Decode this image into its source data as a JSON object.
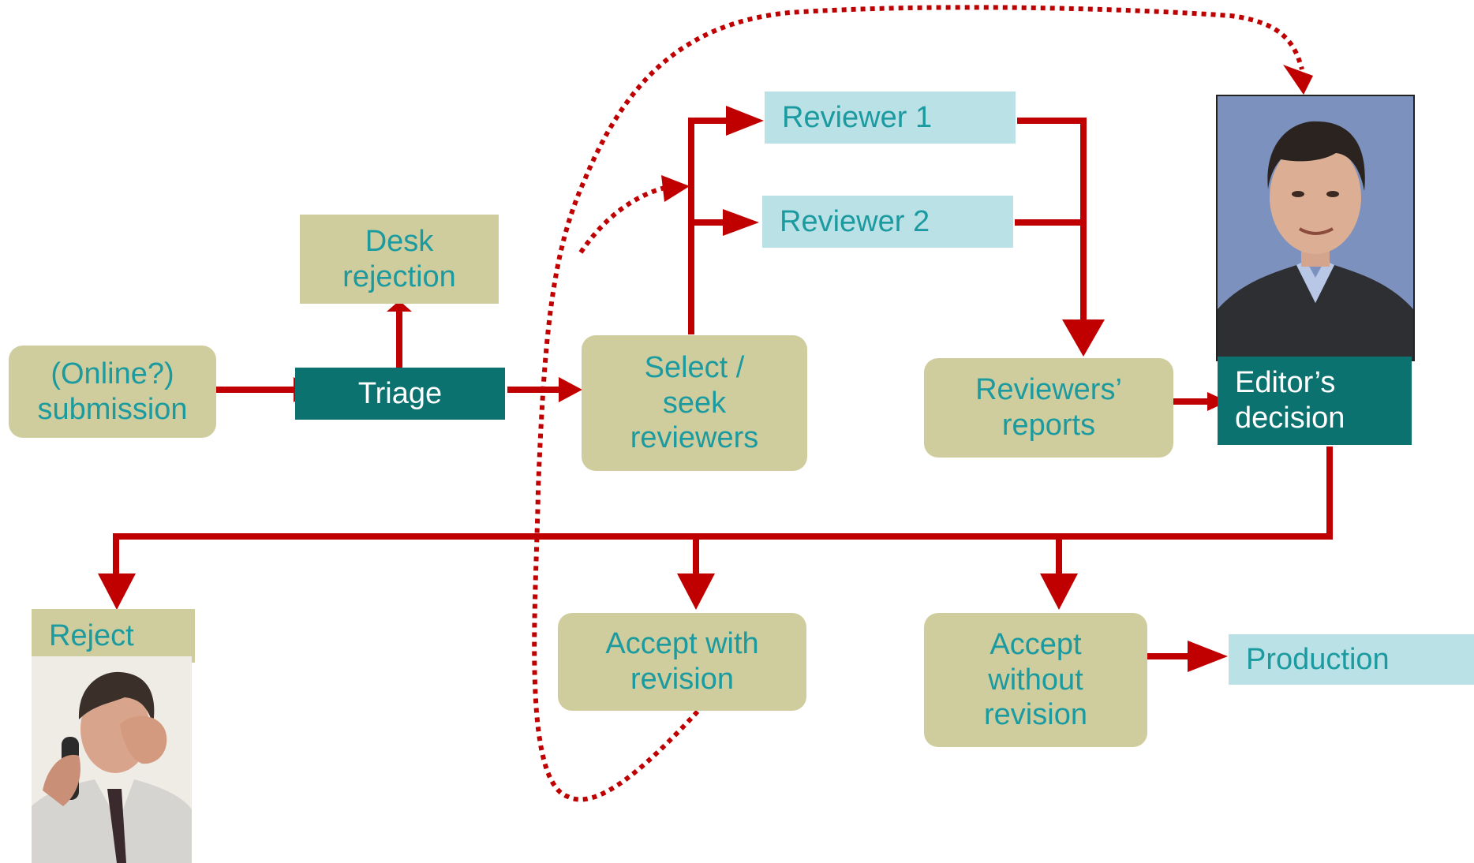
{
  "colors": {
    "arrow": "#c00000",
    "olive_box": "#cfcd9d",
    "teal_box": "#0c7270",
    "cyan_box": "#b9e1e6",
    "label_teal": "#1b9aa0"
  },
  "nodes": {
    "submission": "(Online?)\nsubmission",
    "triage": "Triage",
    "desk_rejection": "Desk\nrejection",
    "select_reviewers": "Select /\nseek\nreviewers",
    "reviewer1": "Reviewer 1",
    "reviewer2": "Reviewer 2",
    "reports": "Reviewers’\nreports",
    "editor_decision": "Editor’s\ndecision",
    "reject": "Reject",
    "accept_revision": "Accept with\nrevision",
    "accept_no_revision": "Accept\nwithout\nrevision",
    "production": "Production"
  },
  "images": {
    "editor_photo": "editor-portrait",
    "reject_photo": "frustrated-man-on-phone"
  }
}
